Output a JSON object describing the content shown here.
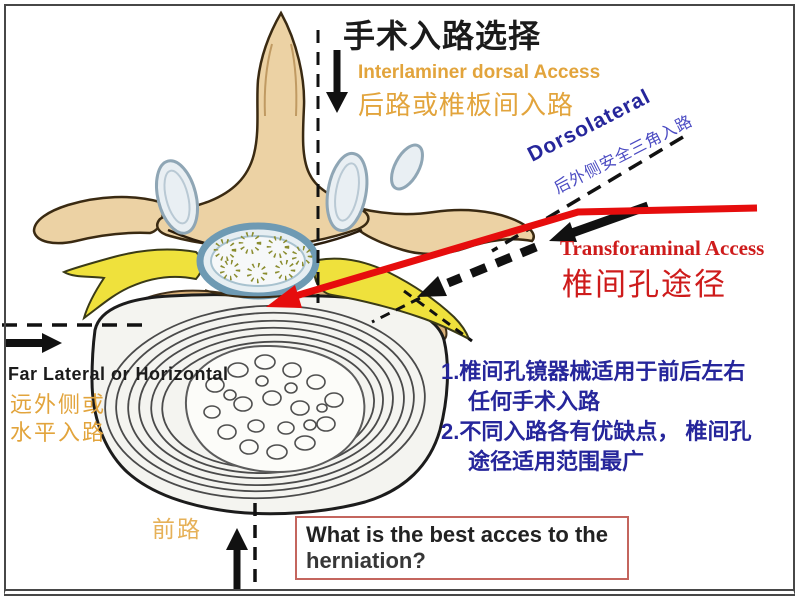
{
  "title": {
    "text": "手术入路选择"
  },
  "approaches": {
    "interlaminar": {
      "en": "Interlaminer dorsal Access",
      "zh": "后路或椎板间入路"
    },
    "dorsolateral": {
      "en": "Dorsolateral",
      "zh": "后外侧安全三角入路"
    },
    "transforaminal": {
      "en": "Transforaminal Access",
      "zh": "椎间孔途径"
    },
    "far_lateral": {
      "en": "Far Lateral or Horizontal",
      "zh_line1": "远外侧或",
      "zh_line2": "水平入路"
    },
    "anterior": {
      "zh": "前路"
    }
  },
  "notes": {
    "item1_num": "1.",
    "item1_line1": "椎间孔镜器械适用于前后左右",
    "item1_line2": "任何手术入路",
    "item2_num": "2.",
    "item2_line1": "不同入路各有优缺点， 椎间孔",
    "item2_line2": "途径适用范围最广"
  },
  "question": {
    "line1": "What is the best acces to the",
    "line2": "herniation?"
  },
  "icons": {
    "down_arrow": "posterior interlaminar approach arrow",
    "right_arrow": "far lateral approach arrow",
    "up_arrow": "anterior approach arrow",
    "red_arrow": "transforaminal approach arrow",
    "black_dashed_arrow": "dorsolateral approach arrow"
  },
  "colors": {
    "gold": "#E2A43C",
    "blue_dark": "#26269B",
    "blue_mid": "#4A4AC2",
    "red": "#CE1B1B",
    "red_arrow": "#E60D0D",
    "ink": "#1B1B1B",
    "box_border": "#C4655E"
  }
}
